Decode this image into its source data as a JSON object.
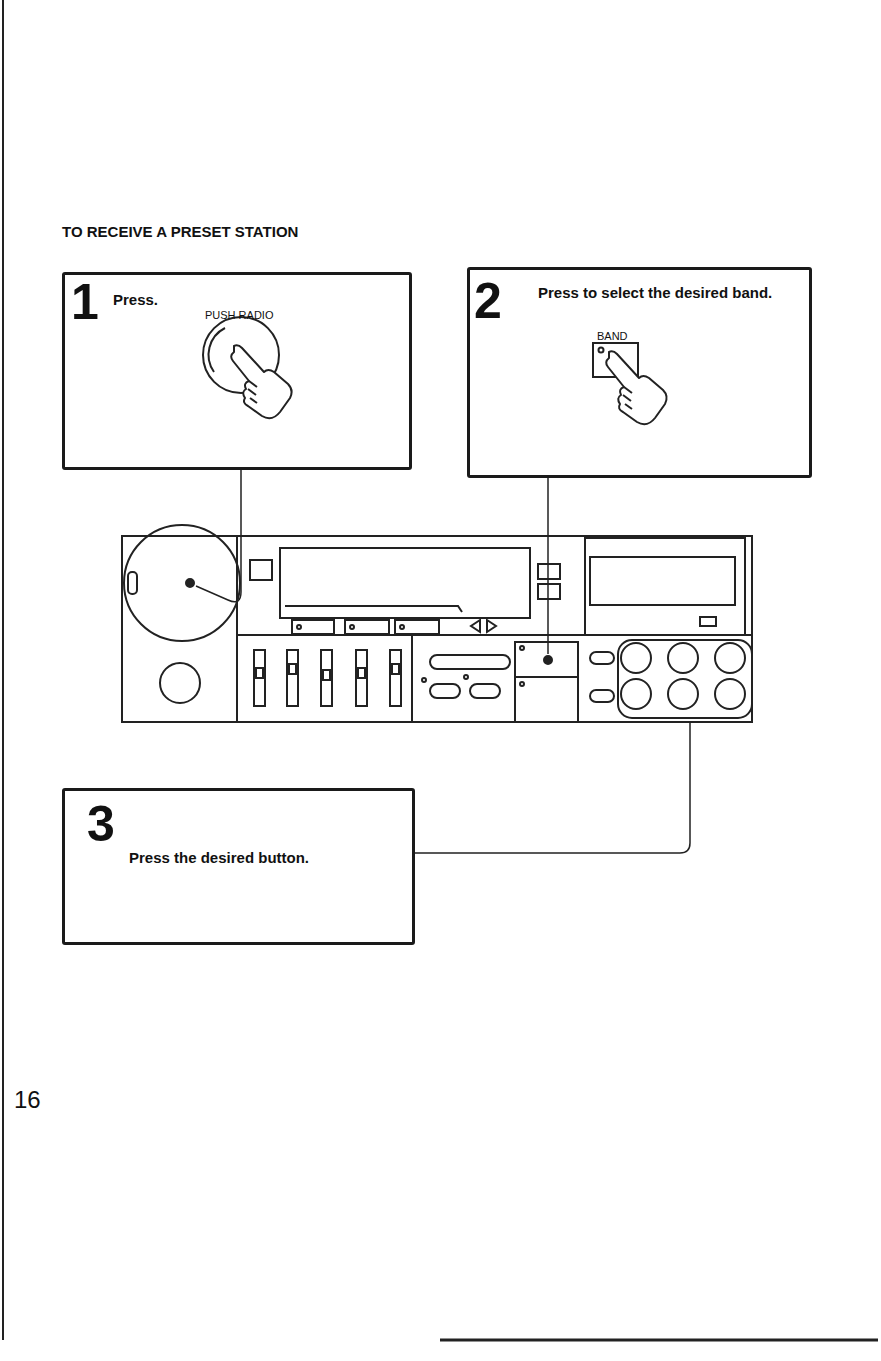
{
  "diagram": {
    "title": "TO RECEIVE A PRESET STATION",
    "nodes": [
      {
        "text": [
          "1",
          "Press.",
          "PUSH RADIO"
        ]
      },
      {
        "text": [
          "2",
          "Press to select the desired band.",
          "BAND"
        ]
      },
      {
        "text": [
          "3",
          "Press the desired button."
        ]
      }
    ],
    "labels": [
      "16"
    ]
  }
}
